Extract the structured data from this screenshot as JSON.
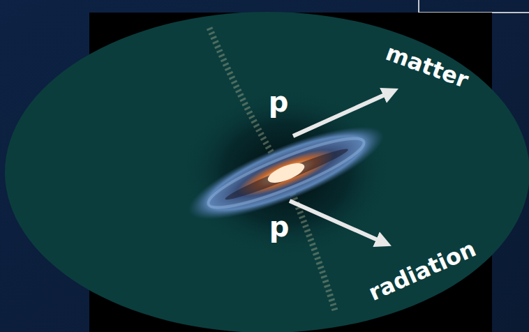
{
  "diagram": {
    "labels": [
      "p",
      "matter",
      "p",
      "radiation"
    ]
  }
}
